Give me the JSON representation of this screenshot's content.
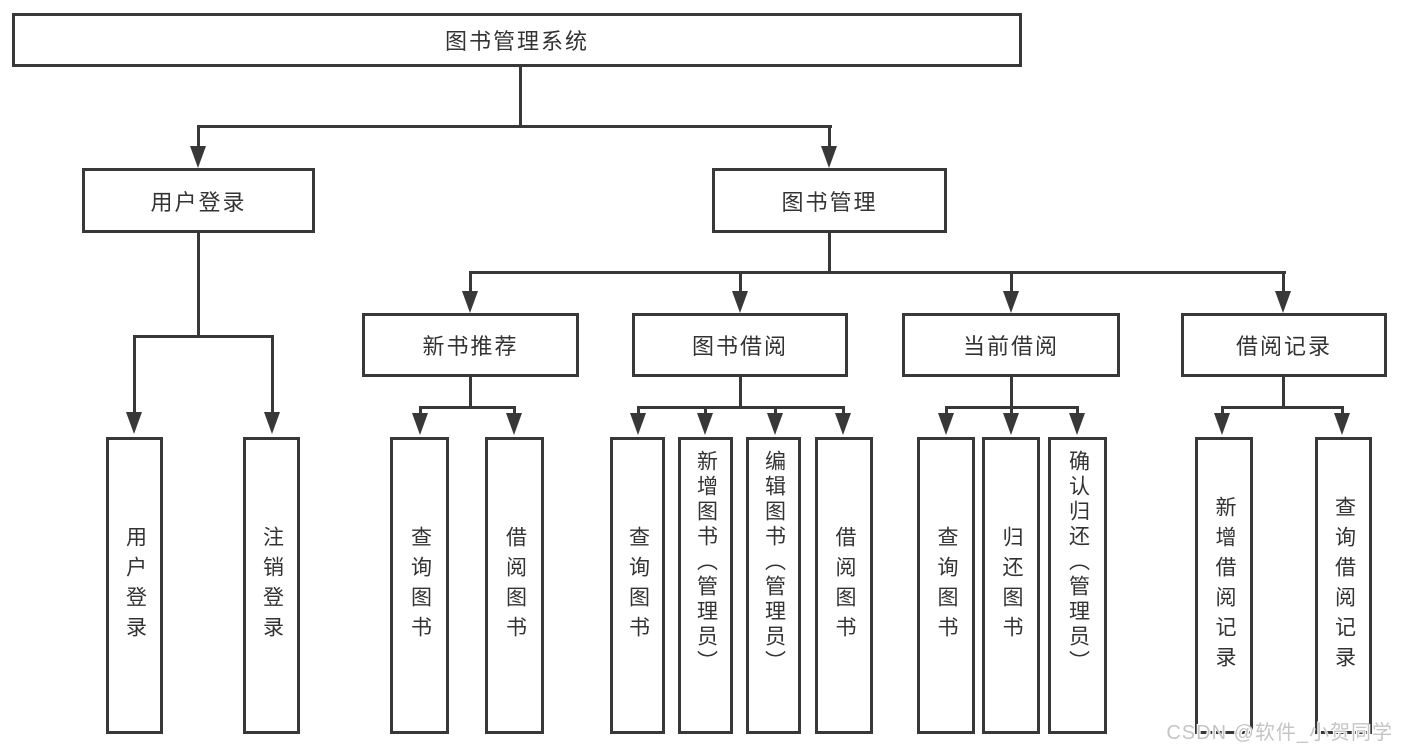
{
  "tree": {
    "label": "图书管理系统",
    "children": [
      {
        "label": "用户登录",
        "children": [
          {
            "label": "用户登录"
          },
          {
            "label": "注销登录"
          }
        ]
      },
      {
        "label": "图书管理",
        "children": [
          {
            "label": "新书推荐",
            "children": [
              {
                "label": "查询图书"
              },
              {
                "label": "借阅图书"
              }
            ]
          },
          {
            "label": "图书借阅",
            "children": [
              {
                "label": "查询图书"
              },
              {
                "label": "新增图书（管理员）"
              },
              {
                "label": "编辑图书（管理员）"
              },
              {
                "label": "借阅图书"
              }
            ]
          },
          {
            "label": "当前借阅",
            "children": [
              {
                "label": "查询图书"
              },
              {
                "label": "归还图书"
              },
              {
                "label": "确认归还（管理员）"
              }
            ]
          },
          {
            "label": "借阅记录",
            "children": [
              {
                "label": "新增借阅记录"
              },
              {
                "label": "查询借阅记录"
              }
            ]
          }
        ]
      }
    ]
  },
  "watermark": {
    "text": "CSDN @软件_小贺同学"
  },
  "colors": {
    "line": "#383838",
    "text": "#333333",
    "watermark": "#c5c5c5",
    "background": "#ffffff"
  }
}
